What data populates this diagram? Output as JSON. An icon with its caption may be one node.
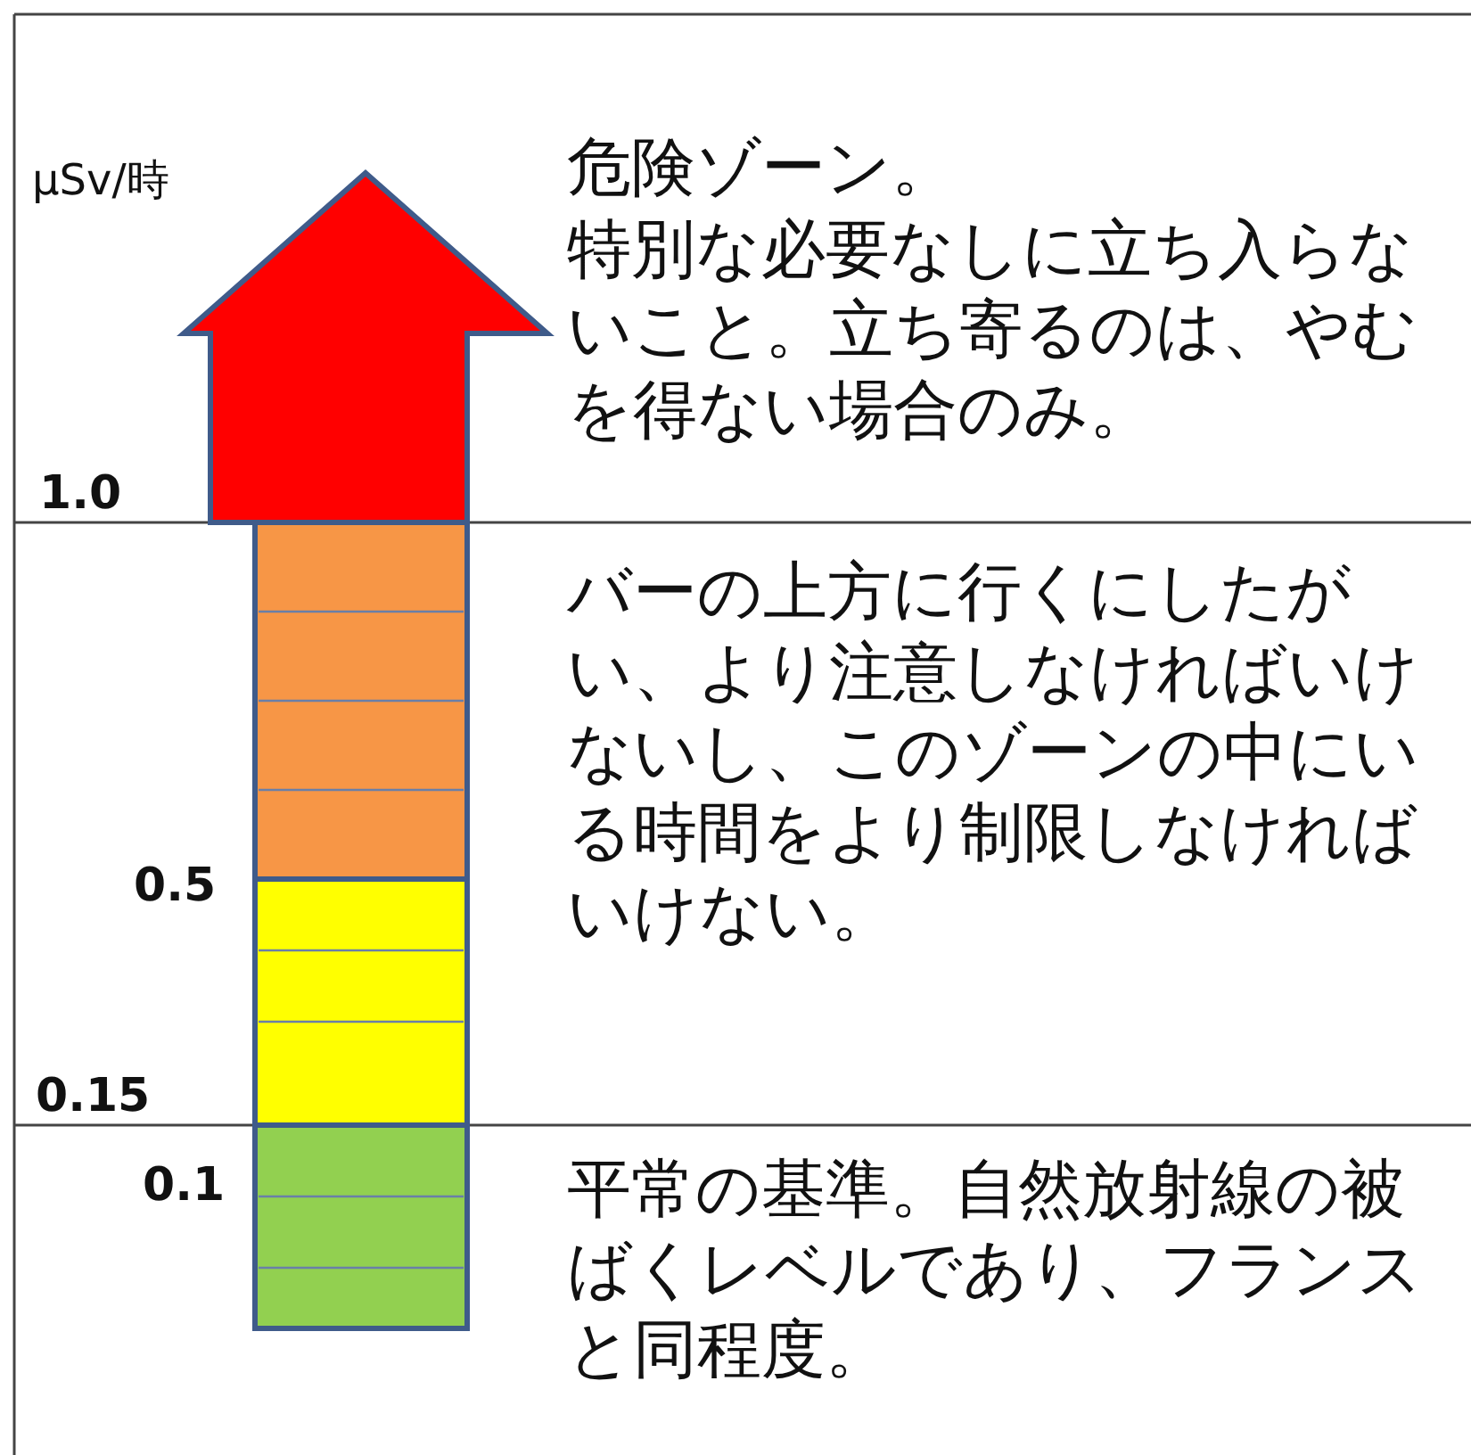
{
  "diagram": {
    "labels": [
      "µSv/時",
      "危険ゾーン。",
      "特別な必要なしに立ち入らないこと。立ち寄るのは、やむを得ない場合のみ。",
      "1.0",
      "バーの上方に行くにしたがい、より注意しなければいけないし、このゾーンの中にいる時間をより制限しなければいけない。",
      "0.5",
      "0.15",
      "0.1",
      "平常の基準。自然放射線の被ばくレベルであり、フランスと同程度。"
    ]
  }
}
